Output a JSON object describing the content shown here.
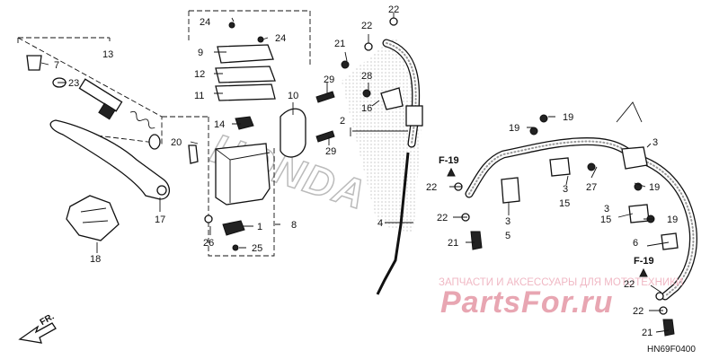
{
  "callouts": [
    {
      "id": "c7",
      "text": "7"
    },
    {
      "id": "c13",
      "text": "13"
    },
    {
      "id": "c23",
      "text": "23"
    },
    {
      "id": "c17",
      "text": "17"
    },
    {
      "id": "c18",
      "text": "18"
    },
    {
      "id": "c24a",
      "text": "24"
    },
    {
      "id": "c24b",
      "text": "24"
    },
    {
      "id": "c9",
      "text": "9"
    },
    {
      "id": "c12",
      "text": "12"
    },
    {
      "id": "c11",
      "text": "11"
    },
    {
      "id": "c14",
      "text": "14"
    },
    {
      "id": "c20",
      "text": "20"
    },
    {
      "id": "c1",
      "text": "1"
    },
    {
      "id": "c25",
      "text": "25"
    },
    {
      "id": "c26",
      "text": "26"
    },
    {
      "id": "c8",
      "text": "8"
    },
    {
      "id": "c10",
      "text": "10"
    },
    {
      "id": "c29a",
      "text": "29"
    },
    {
      "id": "c29b",
      "text": "29"
    },
    {
      "id": "c21a",
      "text": "21"
    },
    {
      "id": "c22a",
      "text": "22"
    },
    {
      "id": "c22b",
      "text": "22"
    },
    {
      "id": "c28",
      "text": "28"
    },
    {
      "id": "c16",
      "text": "16"
    },
    {
      "id": "c2",
      "text": "2"
    },
    {
      "id": "c4",
      "text": "4"
    },
    {
      "id": "c19a",
      "text": "19"
    },
    {
      "id": "c19b",
      "text": "19"
    },
    {
      "id": "c3a",
      "text": "3"
    },
    {
      "id": "c3b",
      "text": "3"
    },
    {
      "id": "c15a",
      "text": "15"
    },
    {
      "id": "c27",
      "text": "27"
    },
    {
      "id": "c22c",
      "text": "22"
    },
    {
      "id": "c22d",
      "text": "22"
    },
    {
      "id": "c21b",
      "text": "21"
    },
    {
      "id": "c3c",
      "text": "3"
    },
    {
      "id": "c5",
      "text": "5"
    },
    {
      "id": "c19c",
      "text": "19"
    },
    {
      "id": "c3d",
      "text": "3"
    },
    {
      "id": "c15b",
      "text": "15"
    },
    {
      "id": "c19d",
      "text": "19"
    },
    {
      "id": "c6",
      "text": "6"
    },
    {
      "id": "c22e",
      "text": "22"
    },
    {
      "id": "c22f",
      "text": "22"
    },
    {
      "id": "c21c",
      "text": "21"
    }
  ],
  "refs": {
    "f19_left": "F-19",
    "f19_right": "F-19"
  },
  "watermark": "HONDA",
  "branding": {
    "tagline": "ЗАПЧАСТИ И АКСЕССУАРЫ ДЛЯ МОТОТЕХНИКИ",
    "name": "PartsFor.ru"
  },
  "front_marker": "FR.",
  "diagram_code": "HN69F0400"
}
